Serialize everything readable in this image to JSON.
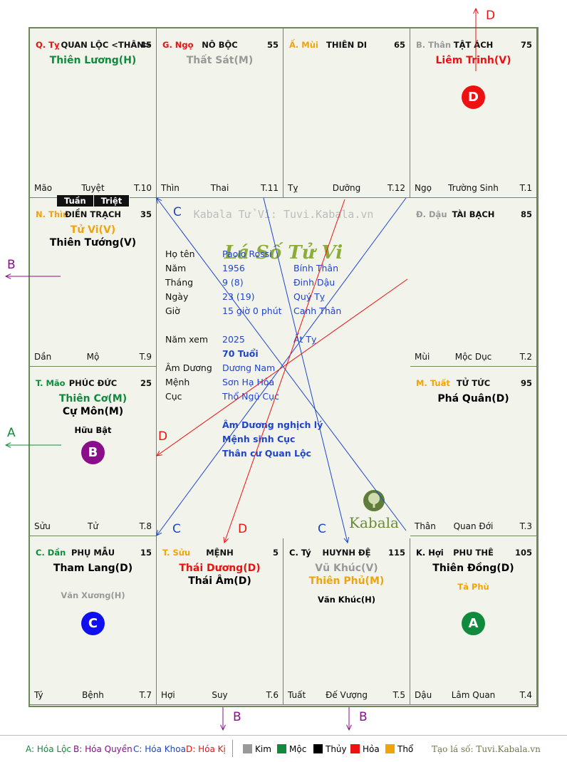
{
  "colors": {
    "kim": "#999999",
    "moc": "#108a3c",
    "thuy": "#000000",
    "hoa": "#ee1111",
    "tho": "#f0a30a",
    "blue": "#1f45c9",
    "purple": "#8a0e8a"
  },
  "cells": {
    "ty_top": {
      "pos": "Q. Tỵ",
      "name": "QUAN LỘC <THÂN>",
      "num": "45",
      "stars": [
        "Thiên Lương(H)"
      ],
      "minor": "",
      "bl": "Mão",
      "bc": "Tuyệt",
      "br": "T.10"
    },
    "ngo": {
      "pos": "G. Ngọ",
      "name": "NÔ BỘC",
      "num": "55",
      "stars": [
        "Thất Sát(M)"
      ],
      "minor": "",
      "bl": "Thìn",
      "bc": "Thai",
      "br": "T.11"
    },
    "mui": {
      "pos": "Ấ. Mùi",
      "name": "THIÊN DI",
      "num": "65",
      "stars": [],
      "minor": "",
      "bl": "Tỵ",
      "bc": "Dưỡng",
      "br": "T.12"
    },
    "than": {
      "pos": "B. Thân",
      "name": "TẬT ÁCH",
      "num": "75",
      "stars": [
        "Liêm Trinh(V)"
      ],
      "minor": "",
      "dot": "D",
      "bl": "Ngọ",
      "bc": "Trường Sinh",
      "br": "T.1"
    },
    "thin": {
      "pos": "N. Thìn",
      "name": "ĐIỀN TRẠCH",
      "num": "35",
      "stars": [
        "Tử Vi(V)",
        "Thiên Tướng(V)"
      ],
      "minor": "",
      "bl": "Dần",
      "bc": "Mộ",
      "br": "T.9"
    },
    "dau": {
      "pos": "Đ. Dậu",
      "name": "TÀI BẠCH",
      "num": "85",
      "stars": [],
      "minor": "",
      "bl": "Mùi",
      "bc": "Mộc Dục",
      "br": "T.2"
    },
    "mao": {
      "pos": "T. Mão",
      "name": "PHÚC ĐỨC",
      "num": "25",
      "stars": [
        "Thiên Cơ(M)",
        "Cự Môn(M)"
      ],
      "minor": "Hữu Bật",
      "dot": "B",
      "bl": "Sửu",
      "bc": "Tử",
      "br": "T.8"
    },
    "tuat": {
      "pos": "M. Tuất",
      "name": "TỬ TỨC",
      "num": "95",
      "stars": [
        "Phá Quân(D)"
      ],
      "minor": "",
      "bl": "Thân",
      "bc": "Quan Đới",
      "br": "T.3"
    },
    "dan": {
      "pos": "C. Dần",
      "name": "PHỤ MẪU",
      "num": "15",
      "stars": [
        "Tham Lang(D)"
      ],
      "minor": "Văn Xương(H)",
      "dot": "C",
      "bl": "Tý",
      "bc": "Bệnh",
      "br": "T.7"
    },
    "suu": {
      "pos": "T. Sửu",
      "name": "MỆNH",
      "num": "5",
      "stars": [
        "Thái Dương(D)",
        "Thái Âm(D)"
      ],
      "minor": "",
      "bl": "Hợi",
      "bc": "Suy",
      "br": "T.6"
    },
    "ty_bot": {
      "pos": "C. Tý",
      "name": "HUYNH ĐỆ",
      "num": "115",
      "stars": [
        "Vũ Khúc(V)",
        "Thiên Phủ(M)"
      ],
      "minor": "Văn Khúc(H)",
      "bl": "Tuất",
      "bc": "Đế Vượng",
      "br": "T.5"
    },
    "hoi": {
      "pos": "K. Hợi",
      "name": "PHU THÊ",
      "num": "105",
      "stars": [
        "Thiên Đồng(D)"
      ],
      "minor": "Tả Phù",
      "dot": "A",
      "bl": "Dậu",
      "bc": "Lâm Quan",
      "br": "T.4"
    }
  },
  "tuan": "Tuần",
  "triet": "Triệt",
  "center": {
    "watermark": "Kabala Tử Vi: Tuvi.Kabala.vn",
    "logo_title": "Lá Số Tử Vi",
    "ho_ten_label": "Họ tên",
    "ho_ten": "Paolo Rossi",
    "nam_label": "Năm",
    "nam": "1956",
    "nam_can": "Bính Thân",
    "thang_label": "Tháng",
    "thang": "9  (8)",
    "thang_can": "Đinh Dậu",
    "ngay_label": "Ngày",
    "ngay": "23  (19)",
    "ngay_can": "Quý Tỵ",
    "gio_label": "Giờ",
    "gio": "15 giờ 0 phút",
    "gio_can": "Canh Thân",
    "nam_xem_label": "Năm xem",
    "nam_xem": "2025",
    "nam_xem_can": "Ất Tỵ",
    "tuoi": "70 Tuổi",
    "am_duong_label": "Âm Dương",
    "am_duong": "Dương Nam",
    "menh_label": "Mệnh",
    "menh": "Sơn Hạ Hỏa",
    "cuc_label": "Cục",
    "cuc": "Thổ Ngũ Cục",
    "note1": "Âm Dương nghịch lý",
    "note2": "Mệnh sinh Cục",
    "note3": "Thân cư Quan Lộc",
    "kabala": "Kabala"
  },
  "arrows": {
    "a": "A",
    "b": "B",
    "c": "C",
    "d": "D"
  },
  "legend": {
    "a": "A: Hóa Lộc",
    "b": "B: Hóa Quyền",
    "c": "C: Hóa Khoa",
    "d": "D: Hóa Kị",
    "kim": "Kim",
    "moc": "Mộc",
    "thuy": "Thủy",
    "hoa": "Hỏa",
    "tho": "Thổ",
    "site": "Tạo lá số: Tuvi.Kabala.vn"
  }
}
